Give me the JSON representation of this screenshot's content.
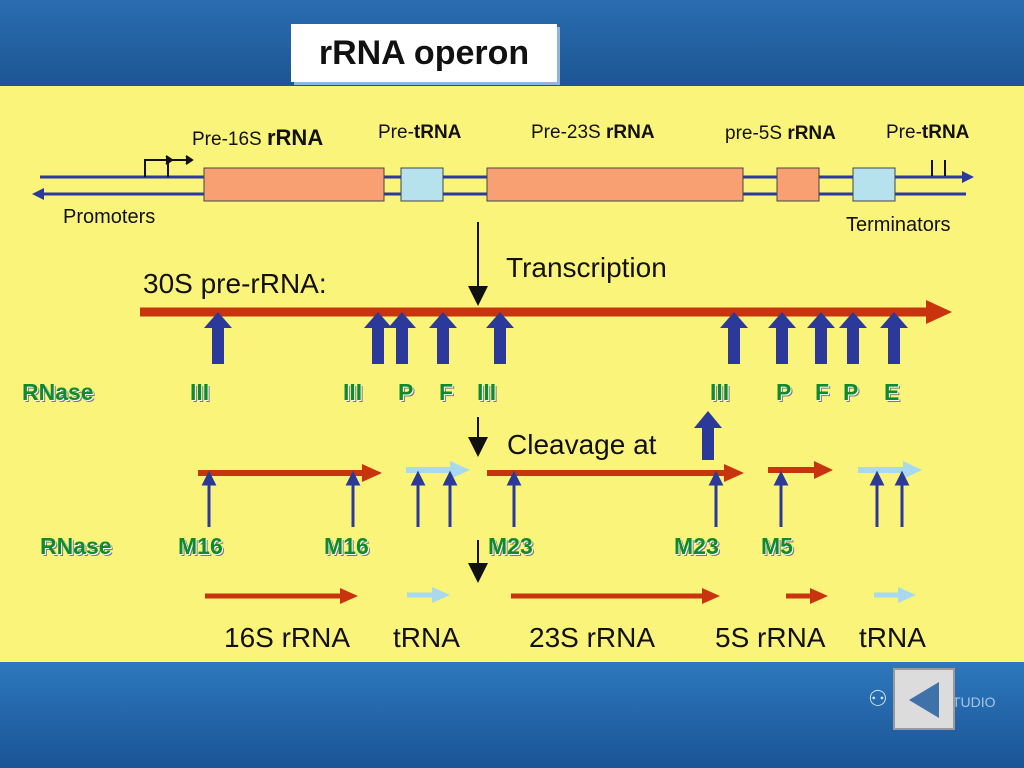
{
  "title": "rRNA operon",
  "operon": {
    "pre16s": {
      "prefix": "Pre-16S ",
      "bold": "rRNA"
    },
    "pretrna1": {
      "prefix": "Pre-",
      "bold": "tRNA"
    },
    "pre23s": {
      "prefix": "Pre-23S ",
      "bold": "rRNA"
    },
    "pre5s": {
      "prefix": "pre-5S ",
      "bold": "rRNA"
    },
    "pretrna2": {
      "prefix": "Pre-",
      "bold": "tRNA"
    },
    "promoters": "Promoters",
    "terminators": "Terminators"
  },
  "steps": {
    "transcription": "Transcription",
    "pre_rna": "30S pre-rRNA:",
    "cleavage": "Cleavage at"
  },
  "rnase_row1": {
    "label": "RNase",
    "sites": [
      "III",
      "III",
      "P",
      "F",
      "III",
      "III",
      "P",
      "F",
      "P",
      "E"
    ]
  },
  "rnase_row2": {
    "label": "RNase",
    "sites": [
      "M16",
      "M16",
      "M23",
      "M23",
      "M5"
    ]
  },
  "products": [
    "16S rRNA",
    "tRNA",
    "23S rRNA",
    "5S rRNA",
    "tRNA"
  ],
  "footer": {
    "brand": "TUDIO",
    "person_icon": "person-icon",
    "back_icon": "back-arrow-icon"
  },
  "colors": {
    "panel": "#fbf47a",
    "rrna_box": "#f9a072",
    "trna_box": "#b5e2ec",
    "rna_arrow": "#c8340d",
    "trna_arrow": "#a8d9ee",
    "cut_arrow": "#2b3a9a",
    "rnase_label": "#0f8a2e"
  }
}
